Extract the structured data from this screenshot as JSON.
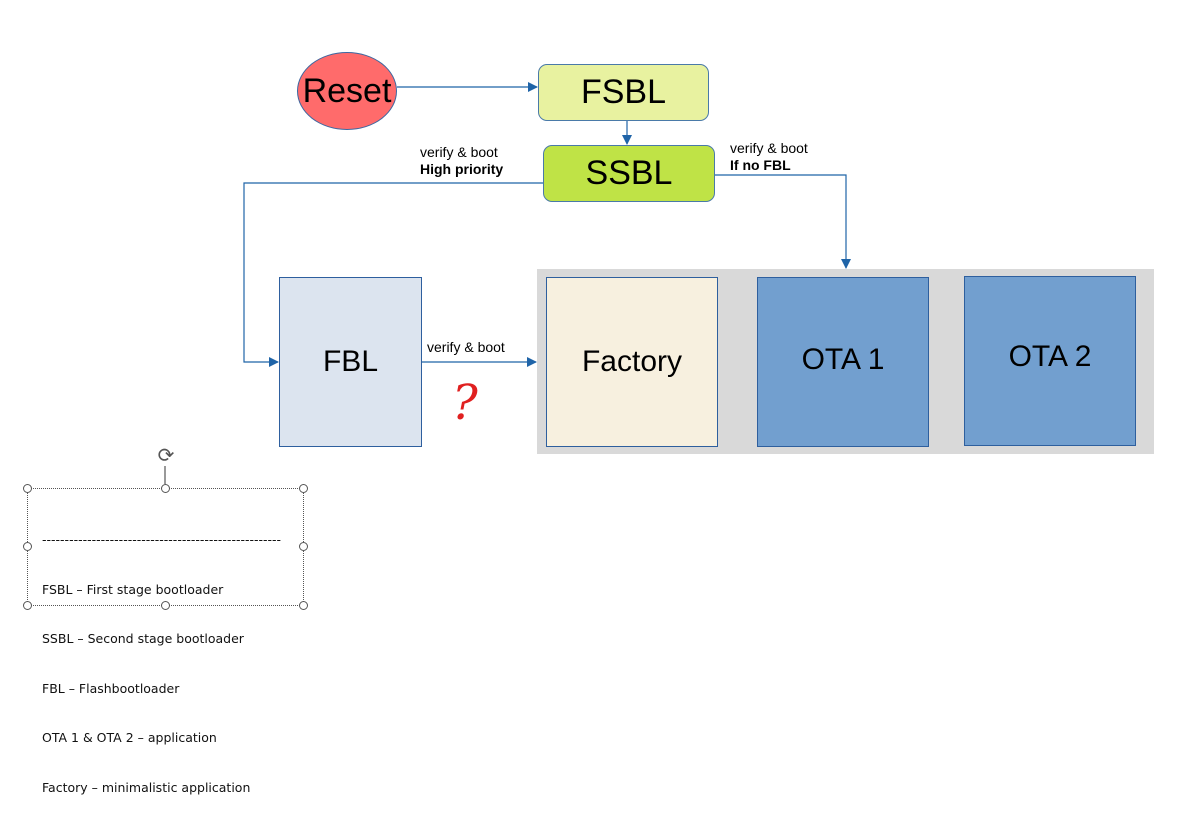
{
  "diagram": {
    "nodes": {
      "reset": "Reset",
      "fsbl": "FSBL",
      "ssbl": "SSBL",
      "fbl": "FBL",
      "factory": "Factory",
      "ota1": "OTA 1",
      "ota2": "OTA 2"
    },
    "edges": {
      "ssbl_to_fbl": {
        "line1": "verify & boot",
        "line2": "High priority"
      },
      "ssbl_to_ota1": {
        "line1": "verify & boot",
        "line2": "If no FBL"
      },
      "fbl_to_factory": {
        "line1": "verify & boot"
      }
    },
    "annotation": "?",
    "colors": {
      "reset": "#ff6b6b",
      "fsbl": "#e8f2a0",
      "ssbl": "#bfe346",
      "fbl": "#dce4ef",
      "factory": "#f7f0df",
      "ota": "#729fcf",
      "partition_group": "#d9d9d9",
      "arrow": "#1f64a8",
      "question_mark": "#e02020"
    }
  },
  "legend": {
    "separator": "-----------------------------------------------------",
    "items": [
      "FSBL – First stage bootloader",
      "SSBL – Second stage bootloader",
      "FBL – Flashbootloader",
      "OTA 1 & OTA 2 – application",
      "Factory – minimalistic application"
    ]
  }
}
